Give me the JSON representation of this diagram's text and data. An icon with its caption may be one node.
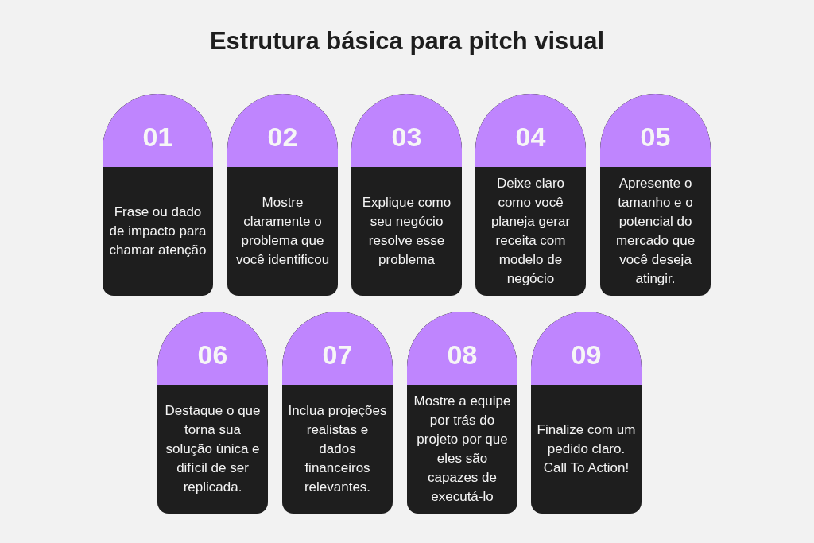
{
  "diagram": {
    "title": "Estrutura básica para pitch visual",
    "nodes": [
      {
        "text": [
          "01",
          "Frase ou dado de impacto para chamar atenção"
        ]
      },
      {
        "text": [
          "02",
          "Mostre claramente o problema que você identificou"
        ]
      },
      {
        "text": [
          "03",
          "Explique como seu negócio resolve esse problema"
        ]
      },
      {
        "text": [
          "04",
          "Deixe claro como você planeja gerar receita com modelo de negócio"
        ]
      },
      {
        "text": [
          "05",
          "Apresente o tamanho e o potencial do mercado que você deseja atingir."
        ]
      },
      {
        "text": [
          "06",
          "Destaque o que torna sua solução única e difícil de ser replicada."
        ]
      },
      {
        "text": [
          "07",
          "Inclua projeções realistas e dados financeiros relevantes."
        ]
      },
      {
        "text": [
          "08",
          "Mostre a equipe por trás do projeto por que eles são capazes de executá-lo"
        ]
      },
      {
        "text": [
          "09",
          "Finalize com um pedido claro. Call To Action!"
        ]
      }
    ]
  }
}
